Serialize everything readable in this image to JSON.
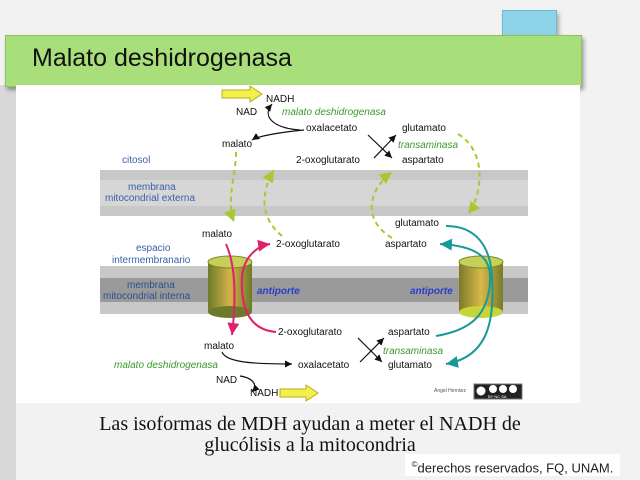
{
  "slide": {
    "title": "Malato deshidrogenasa",
    "caption_line1": "Las isoformas de MDH ayudan a meter el NADH de",
    "caption_line2": "glucólisis a la mitocondria",
    "rights": "derechos reservados, FQ, UNAM.",
    "rights_symbol": "©"
  },
  "diagram": {
    "regions": {
      "cytosol": "citosol",
      "outer_membrane_1": "membrana",
      "outer_membrane_2": "mitocondrial externa",
      "intermembrane_1": "espacio",
      "intermembrane_2": "intermembranario",
      "inner_membrane_1": "membrana",
      "inner_membrane_2": "mitocondrial interna",
      "antiport_left": "antiporte",
      "antiport_right": "antiporte"
    },
    "top": {
      "nadh": "NADH",
      "nad": "NAD",
      "enzyme": "malato deshidrogenasa",
      "oxaloacetate": "oxalacetato",
      "malate": "malato",
      "glutamate": "glutamato",
      "transaminase": "transaminasa",
      "oxoglutarate": "2-oxoglutarato",
      "aspartate": "aspartato"
    },
    "intermembrane": {
      "malate": "malato",
      "oxoglutarate": "2-oxoglutarato",
      "aspartate": "aspartato",
      "glutamate": "glutamato"
    },
    "bottom": {
      "oxoglutarate": "2-oxoglutarato",
      "aspartate": "aspartato",
      "malate": "malato",
      "enzyme": "malato deshidrogenasa",
      "transaminase": "transaminasa",
      "oxaloacetate": "oxalacetato",
      "glutamate": "glutamato",
      "nad": "NAD",
      "nadh": "NADH"
    },
    "author": "Angel Herráez",
    "license": "BY NC SA",
    "colors": {
      "enzyme_label": "#3a9a2a",
      "region_label": "#3a5fa8",
      "malate_arrow": "#e0206a",
      "aspartate_arrow": "#1a9a96",
      "dashed_arrow": "#a8c830",
      "membrane": "#c8c8c8",
      "nadh_arrow": "#f4f04a"
    }
  }
}
